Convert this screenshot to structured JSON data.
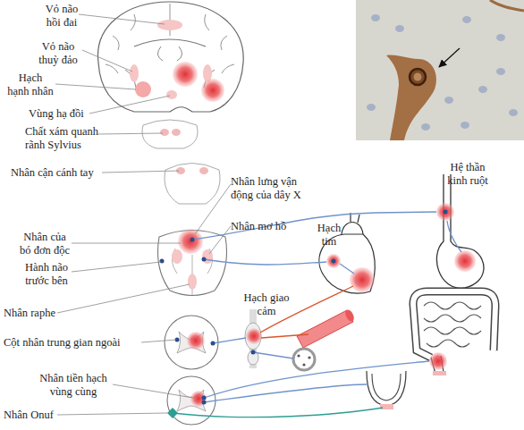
{
  "diagram": {
    "labels": [
      "Vỏ não hồi đai",
      "Vỏ não thuỳ đảo",
      "Hạch hạnh nhân",
      "Vùng hạ đồi",
      "Chất xám quanh rãnh Sylvius",
      "Nhân cận cánh tay",
      "Nhân lưng vận động của dây X",
      "Hệ thần kinh ruột",
      "Nhân mơ hồ",
      "Nhân của bó đơn độc",
      "Hạch tim",
      "Hành não trước bên",
      "Nhân raphe",
      "Hạch giao cảm",
      "Cột nhân trung gian ngoài",
      "Nhân tiền hạch vùng cùng",
      "Nhân Onuf"
    ]
  }
}
